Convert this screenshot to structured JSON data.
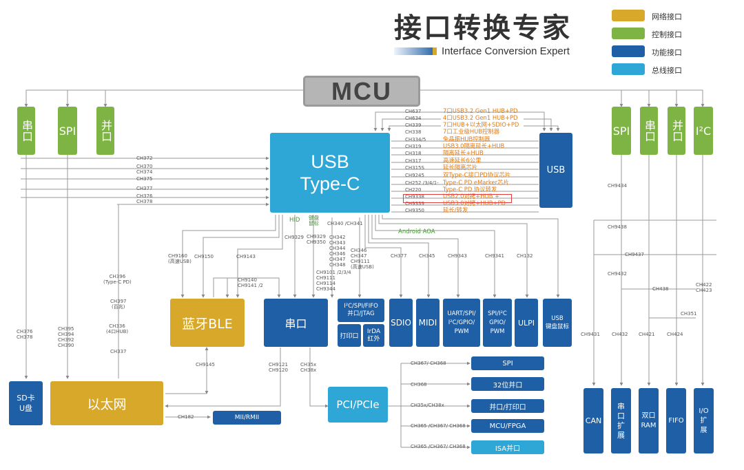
{
  "header": {
    "title": "接口转换专家",
    "subtitle": "Interface Conversion Expert"
  },
  "legend": [
    {
      "label": "网络接口",
      "color": "#d7a82a"
    },
    {
      "label": "控制接口",
      "color": "#7db443"
    },
    {
      "label": "功能接口",
      "color": "#1f5fa6"
    },
    {
      "label": "总线接口",
      "color": "#2fa7d6"
    }
  ],
  "nodes": {
    "mcu": "MCU",
    "usb_typec": "USB\nType-C",
    "usb": "USB",
    "left_serial": "串口",
    "left_spi": "SPI",
    "left_parallel": "并口",
    "right_spi": "SPI",
    "right_serial": "串口",
    "right_parallel": "并口",
    "right_i2c": "I²C",
    "ble": "蓝牙BLE",
    "serial_mid": "串口",
    "i2c_spi_fifo": "I²C/SPI/FIFO\n并口/JTAG",
    "printer": "打印口",
    "irda": "IrDA\n红外",
    "sdio": "SDIO",
    "midi": "MIDI",
    "uart_spi": "UART/SPI/\nI²C/GPIO/\nPWM",
    "spi_i2c_gpio": "SPI/I²C\nGPIO/\nPWM",
    "ulpi": "ULPI",
    "usb_kbd": "USB\n键盘鼠标",
    "sd_card": "SD卡\nU盘",
    "ethernet": "以太网",
    "mii": "MII/RMII",
    "pci": "PCI/PCIe",
    "spi_out": "SPI",
    "par32": "32位并口",
    "par_print": "并口/打印口",
    "mcu_fpga": "MCU/FPGA",
    "isa": "ISA并口",
    "can": "CAN",
    "serial_ext": "串\n口\n扩\n展",
    "dual_ram": "双口\nRAM",
    "fifo": "FIFO",
    "io_ext": "I/O\n扩\n展"
  },
  "chips_right": [
    {
      "code": "CH637",
      "desc": "7口USB3.2 Gen1 HUB+PD"
    },
    {
      "code": "CH634",
      "desc": "4口USB3.2 Gen1 HUB+PD"
    },
    {
      "code": "CH339",
      "desc": "7口HUB+以太网+SDIO+PD"
    },
    {
      "code": "CH338",
      "desc": "7口工业级HUB控制器"
    },
    {
      "code": "CH334/5",
      "desc": "免晶振HUB控制器"
    },
    {
      "code": "CH319",
      "desc": "USB3.0隔离延长+HUB"
    },
    {
      "code": "CH318",
      "desc": "隔离延长+HUB"
    },
    {
      "code": "CH317",
      "desc": "高速延长6公里"
    },
    {
      "code": "CH315S",
      "desc": "延长隔离芯片"
    },
    {
      "code": "CH9245",
      "desc": "双Type-C接口PD协议芯片"
    },
    {
      "code": "CH252 /3/4/1-",
      "desc": "Type-C PD eMarker芯片"
    },
    {
      "code": "CH220",
      "desc": "Type-C PD 协议转发"
    },
    {
      "code": "CH9338",
      "desc": "USB2.0对拷+HUB +"
    },
    {
      "code": "CH9339",
      "desc": "USB3.0对拷+HUB+PD"
    },
    {
      "code": "CH9350",
      "desc": "延长/转发"
    }
  ],
  "chips_left": [
    "CH372",
    "CH370",
    "CH374",
    "CH375",
    "CH377",
    "CH376",
    "CH378"
  ],
  "labels": {
    "hid": "HID",
    "kbd_mouse": "键盘\n鼠标",
    "ch9329": "CH9329",
    "ch9329_9350": "CH9329\nCH9350",
    "ch340": "CH340 /CH341",
    "ch342": "CH342\nCH343\nCH344\nCH346\nCH347\nCH348",
    "ch9101": "CH9101 /2/3/4\nCH9111\nCH9114\nCH9344",
    "ch346": "CH346\nCH347\nCH9111\n(高速USB)",
    "android": "Android AOA",
    "ch377": "CH377",
    "ch345": "CH345",
    "ch9343": "CH9343",
    "ch9341": "CH9341",
    "ch132": "CH132",
    "ch9160": "CH9160\n(高速USB)",
    "ch9150": "CH9150",
    "ch9143": "CH9143",
    "ch9140": "CH9140\nCH9141 /2",
    "ch396": "CH396\n(Type-C PD)",
    "ch397": "CH397\n(百兆)",
    "ch336": "CH336\n(4口HUB)",
    "ch337": "CH337",
    "ch376_378": "CH376\nCH378",
    "ch395": "CH395\nCH394\nCH392\nCH390",
    "ch9145": "CH9145",
    "ch9121": "CH9121\nCH9120",
    "ch35x": "CH35x\nCH38x",
    "ch182": "CH182",
    "ch367_368": "CH367/      CH368",
    "ch368": "CH368",
    "ch35x_38x": "CH35x/CH38x",
    "ch365_a": "CH365 /CH367/  CH368",
    "ch365_b": "CH365 /CH367/  CH368",
    "ch9434": "CH9434",
    "ch9438": "CH9438",
    "ch9437": "CH9437",
    "ch9432": "CH9432",
    "ch438": "CH438",
    "ch422": "CH422\nCH423",
    "ch351": "CH351",
    "ch9431": "CH9431",
    "ch432": "CH432",
    "ch421": "CH421",
    "ch424": "CH424"
  }
}
